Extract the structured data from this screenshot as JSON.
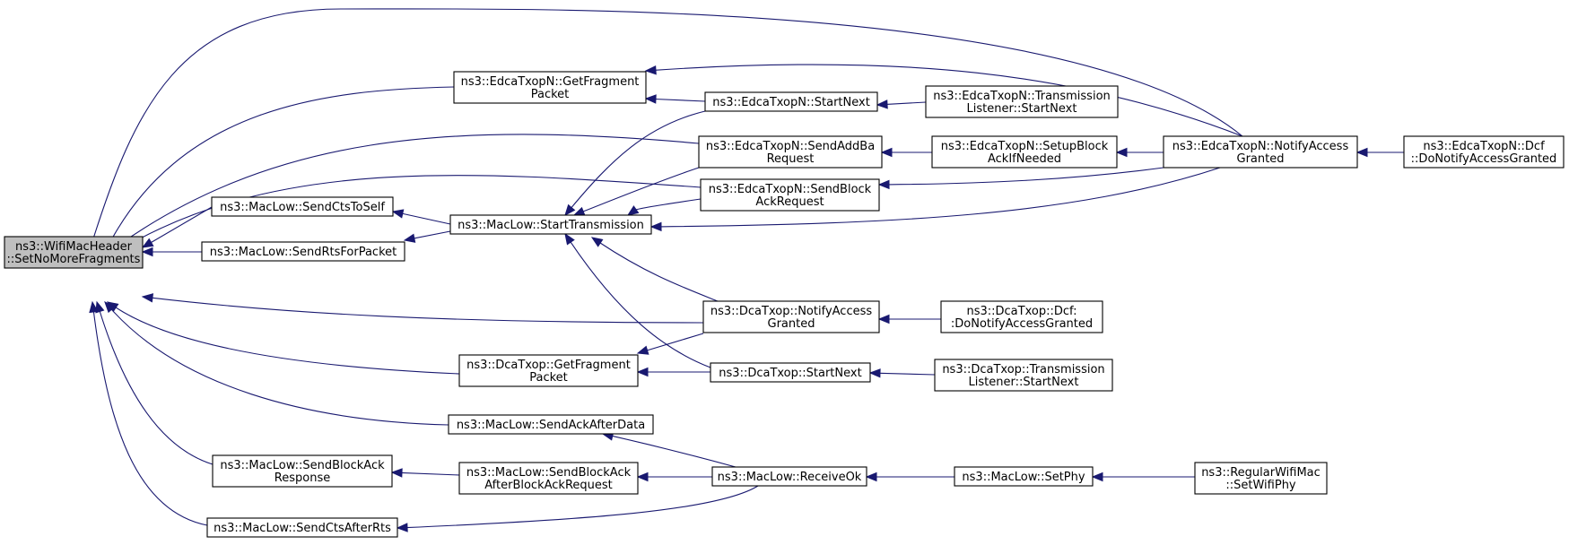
{
  "colors": {
    "edge": "#191970",
    "root_fill": "#bfbfbf",
    "node_fill": "#ffffff",
    "node_border": "#000000"
  },
  "nodes": [
    {
      "id": "root",
      "lines": [
        "ns3::WifiMacHeader",
        "::SetNoMoreFragments"
      ],
      "root": true
    },
    {
      "id": "edca_getfrag",
      "lines": [
        "ns3::EdcaTxopN::GetFragment",
        "Packet"
      ]
    },
    {
      "id": "edca_startnext",
      "lines": [
        "ns3::EdcaTxopN::StartNext"
      ]
    },
    {
      "id": "edca_tl_startnext",
      "lines": [
        "ns3::EdcaTxopN::Transmission",
        "Listener::StartNext"
      ]
    },
    {
      "id": "edca_sendaddba",
      "lines": [
        "ns3::EdcaTxopN::SendAddBa",
        "Request"
      ]
    },
    {
      "id": "edca_setupblock",
      "lines": [
        "ns3::EdcaTxopN::SetupBlock",
        "AckIfNeeded"
      ]
    },
    {
      "id": "edca_notify",
      "lines": [
        "ns3::EdcaTxopN::NotifyAccess",
        "Granted"
      ]
    },
    {
      "id": "edca_dcf",
      "lines": [
        "ns3::EdcaTxopN::Dcf",
        "::DoNotifyAccessGranted"
      ]
    },
    {
      "id": "edca_sendblockack",
      "lines": [
        "ns3::EdcaTxopN::SendBlock",
        "AckRequest"
      ]
    },
    {
      "id": "mac_ctstoself",
      "lines": [
        "ns3::MacLow::SendCtsToSelf"
      ]
    },
    {
      "id": "mac_starttx",
      "lines": [
        "ns3::MacLow::StartTransmission"
      ]
    },
    {
      "id": "mac_rts",
      "lines": [
        "ns3::MacLow::SendRtsForPacket"
      ]
    },
    {
      "id": "dca_notify",
      "lines": [
        "ns3::DcaTxop::NotifyAccess",
        "Granted"
      ]
    },
    {
      "id": "dca_dcf",
      "lines": [
        "ns3::DcaTxop::Dcf:",
        ":DoNotifyAccessGranted"
      ]
    },
    {
      "id": "dca_getfrag",
      "lines": [
        "ns3::DcaTxop::GetFragment",
        "Packet"
      ]
    },
    {
      "id": "dca_startnext",
      "lines": [
        "ns3::DcaTxop::StartNext"
      ]
    },
    {
      "id": "dca_tl_startnext",
      "lines": [
        "ns3::DcaTxop::Transmission",
        "Listener::StartNext"
      ]
    },
    {
      "id": "mac_ackafterdata",
      "lines": [
        "ns3::MacLow::SendAckAfterData"
      ]
    },
    {
      "id": "mac_blockackresp",
      "lines": [
        "ns3::MacLow::SendBlockAck",
        "Response"
      ]
    },
    {
      "id": "mac_blockackafter",
      "lines": [
        "ns3::MacLow::SendBlockAck",
        "AfterBlockAckRequest"
      ]
    },
    {
      "id": "mac_receiveok",
      "lines": [
        "ns3::MacLow::ReceiveOk"
      ]
    },
    {
      "id": "mac_setphy",
      "lines": [
        "ns3::MacLow::SetPhy"
      ]
    },
    {
      "id": "regular_setwifiphy",
      "lines": [
        "ns3::RegularWifiMac",
        "::SetWifiPhy"
      ]
    },
    {
      "id": "mac_ctsafterrts",
      "lines": [
        "ns3::MacLow::SendCtsAfterRts"
      ]
    }
  ],
  "edges": [
    {
      "from": "edca_getfrag",
      "to": "root"
    },
    {
      "from": "edca_sendaddba",
      "to": "root"
    },
    {
      "from": "edca_sendblockack",
      "to": "root"
    },
    {
      "from": "mac_ctstoself",
      "to": "root"
    },
    {
      "from": "mac_rts",
      "to": "root"
    },
    {
      "from": "dca_notify",
      "to": "root"
    },
    {
      "from": "dca_getfrag",
      "to": "root"
    },
    {
      "from": "mac_ackafterdata",
      "to": "root"
    },
    {
      "from": "mac_blockackresp",
      "to": "root"
    },
    {
      "from": "mac_ctsafterrts",
      "to": "root"
    },
    {
      "from": "edca_notify",
      "to": "root"
    },
    {
      "from": "edca_startnext",
      "to": "edca_getfrag"
    },
    {
      "from": "edca_notify",
      "to": "edca_getfrag"
    },
    {
      "from": "edca_tl_startnext",
      "to": "edca_startnext"
    },
    {
      "from": "edca_setupblock",
      "to": "edca_sendaddba"
    },
    {
      "from": "edca_notify",
      "to": "edca_setupblock"
    },
    {
      "from": "edca_dcf",
      "to": "edca_notify"
    },
    {
      "from": "edca_notify",
      "to": "edca_sendblockack"
    },
    {
      "from": "mac_starttx",
      "to": "mac_ctstoself"
    },
    {
      "from": "mac_starttx",
      "to": "mac_rts"
    },
    {
      "from": "edca_startnext",
      "to": "mac_starttx"
    },
    {
      "from": "edca_sendaddba",
      "to": "mac_starttx"
    },
    {
      "from": "edca_sendblockack",
      "to": "mac_starttx"
    },
    {
      "from": "edca_notify",
      "to": "mac_starttx"
    },
    {
      "from": "dca_notify",
      "to": "mac_starttx"
    },
    {
      "from": "dca_startnext",
      "to": "mac_starttx"
    },
    {
      "from": "dca_dcf",
      "to": "dca_notify"
    },
    {
      "from": "dca_notify",
      "to": "dca_getfrag"
    },
    {
      "from": "dca_startnext",
      "to": "dca_getfrag"
    },
    {
      "from": "dca_tl_startnext",
      "to": "dca_startnext"
    },
    {
      "from": "mac_receiveok",
      "to": "mac_ackafterdata"
    },
    {
      "from": "mac_blockackafter",
      "to": "mac_blockackresp"
    },
    {
      "from": "mac_receiveok",
      "to": "mac_blockackafter"
    },
    {
      "from": "mac_receiveok",
      "to": "mac_ctsafterrts"
    },
    {
      "from": "mac_setphy",
      "to": "mac_receiveok"
    },
    {
      "from": "regular_setwifiphy",
      "to": "mac_setphy"
    }
  ]
}
